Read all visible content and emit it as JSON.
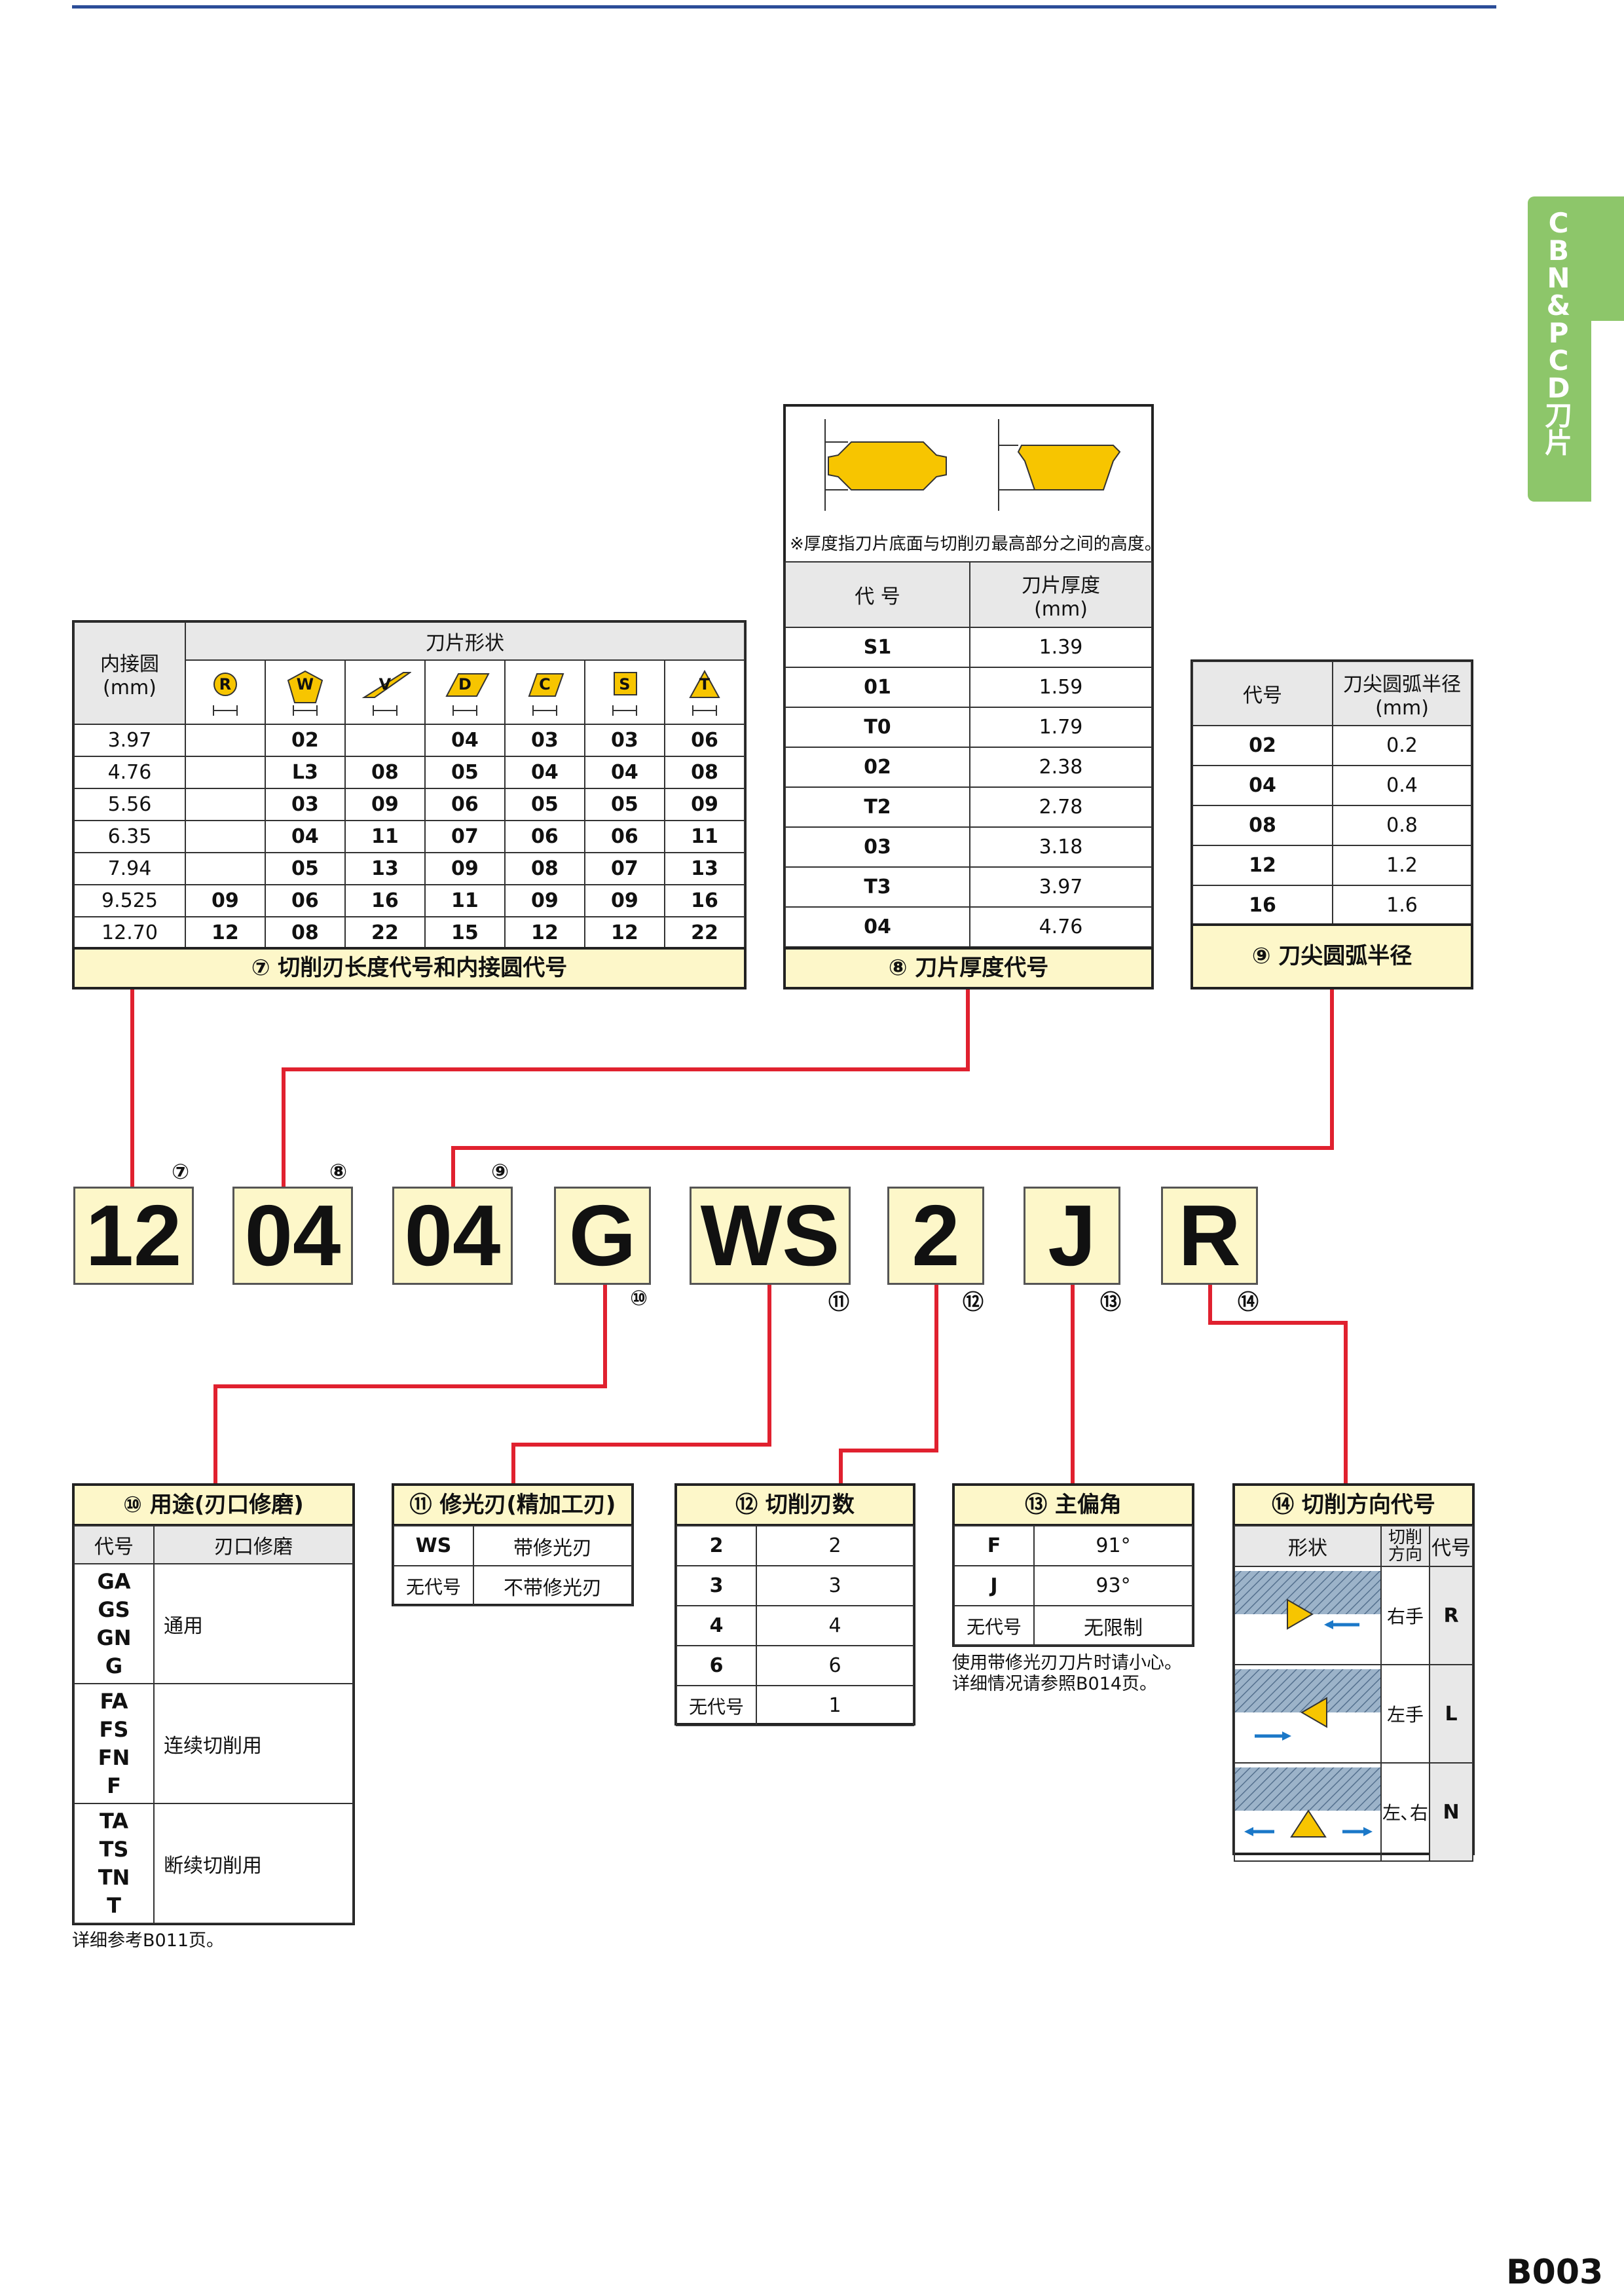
{
  "side_tab": {
    "text": "CBN&PCD刀片"
  },
  "page_number": "B003",
  "code": [
    {
      "text": "12",
      "num": "⑦"
    },
    {
      "text": "04",
      "num": "⑧"
    },
    {
      "text": "04",
      "num": "⑨"
    },
    {
      "text": "G",
      "num": "⑩"
    },
    {
      "text": "WS",
      "num": "⑪"
    },
    {
      "text": "2",
      "num": "⑫"
    },
    {
      "text": "J",
      "num": "⑬"
    },
    {
      "text": "R",
      "num": "⑭"
    }
  ],
  "t7": {
    "inscribed_header": "内接圆",
    "inscribed_unit": "(mm)",
    "shape_header": "刀片形状",
    "shapes": [
      "R",
      "W",
      "V",
      "D",
      "C",
      "S",
      "T"
    ],
    "rows": [
      [
        "3.97",
        "",
        "02",
        "",
        "04",
        "03",
        "03",
        "06"
      ],
      [
        "4.76",
        "",
        "L3",
        "08",
        "05",
        "04",
        "04",
        "08"
      ],
      [
        "5.56",
        "",
        "03",
        "09",
        "06",
        "05",
        "05",
        "09"
      ],
      [
        "6.35",
        "",
        "04",
        "11",
        "07",
        "06",
        "06",
        "11"
      ],
      [
        "7.94",
        "",
        "05",
        "13",
        "09",
        "08",
        "07",
        "13"
      ],
      [
        "9.525",
        "09",
        "06",
        "16",
        "11",
        "09",
        "09",
        "16"
      ],
      [
        "12.70",
        "12",
        "08",
        "22",
        "15",
        "12",
        "12",
        "22"
      ]
    ],
    "footer": "⑦ 切削刃长度代号和内接圆代号"
  },
  "t8": {
    "note": "※厚度指刀片底面与切削刃最高部分之间的高度。",
    "col1": "代 号",
    "col2": "刀片厚度",
    "col2_unit": "(mm)",
    "rows": [
      [
        "S1",
        "1.39"
      ],
      [
        "01",
        "1.59"
      ],
      [
        "T0",
        "1.79"
      ],
      [
        "02",
        "2.38"
      ],
      [
        "T2",
        "2.78"
      ],
      [
        "03",
        "3.18"
      ],
      [
        "T3",
        "3.97"
      ],
      [
        "04",
        "4.76"
      ]
    ],
    "footer": "⑧ 刀片厚度代号"
  },
  "t9": {
    "col1": "代号",
    "col2": "刀尖圆弧半径",
    "col2_unit": "(mm)",
    "rows": [
      [
        "02",
        "0.2"
      ],
      [
        "04",
        "0.4"
      ],
      [
        "08",
        "0.8"
      ],
      [
        "12",
        "1.2"
      ],
      [
        "16",
        "1.6"
      ]
    ],
    "footer": "⑨ 刀尖圆弧半径"
  },
  "t10": {
    "title": "⑩ 用途(刃口修磨)",
    "col1": "代号",
    "col2": "刃口修磨",
    "rows": [
      {
        "codes": [
          "GA",
          "GS",
          "GN",
          "G"
        ],
        "use": "通用"
      },
      {
        "codes": [
          "FA",
          "FS",
          "FN",
          "F"
        ],
        "use": "连续切削用"
      },
      {
        "codes": [
          "TA",
          "TS",
          "TN",
          "T"
        ],
        "use": "断续切削用"
      }
    ],
    "note": "详细参考B011页。"
  },
  "t11": {
    "title": "⑪ 修光刃(精加工刃)",
    "rows": [
      [
        "WS",
        "带修光刃"
      ],
      [
        "无代号",
        "不带修光刃"
      ]
    ]
  },
  "t12": {
    "title": "⑫ 切削刃数",
    "rows": [
      [
        "2",
        "2"
      ],
      [
        "3",
        "3"
      ],
      [
        "4",
        "4"
      ],
      [
        "6",
        "6"
      ],
      [
        "无代号",
        "1"
      ]
    ]
  },
  "t13": {
    "title": "⑬ 主偏角",
    "rows": [
      [
        "F",
        "91°"
      ],
      [
        "J",
        "93°"
      ],
      [
        "无代号",
        "无限制"
      ]
    ],
    "note1": "使用带修光刃刀片时请小心。",
    "note2": "详细情况请参照B014页。"
  },
  "t14": {
    "title": "⑭ 切削方向代号",
    "col1": "形状",
    "col2a": "切削",
    "col2b": "方向",
    "col3": "代号",
    "rows": [
      [
        "右手",
        "R"
      ],
      [
        "左手",
        "L"
      ],
      [
        "左､右",
        "N"
      ]
    ]
  },
  "colors": {
    "accent_line": "#e0212f",
    "yellow": "#fdf7c9",
    "insert": "#f7c500",
    "side_tab": "#8dc66a",
    "blue": "#2b4d98"
  }
}
